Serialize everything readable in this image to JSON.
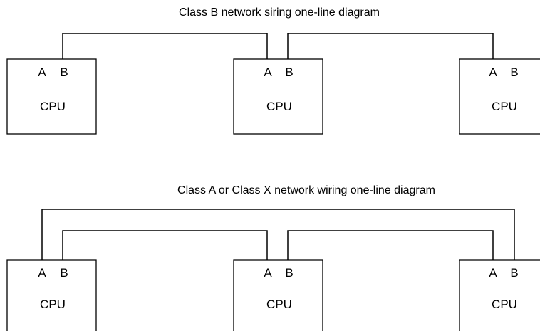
{
  "diagrams": [
    {
      "title": "Class B network siring one-line diagram",
      "nodes": [
        {
          "port_a": "A",
          "port_b": "B",
          "label": "CPU"
        },
        {
          "port_a": "A",
          "port_b": "B",
          "label": "CPU"
        },
        {
          "port_a": "A",
          "port_b": "B",
          "label": "CPU"
        }
      ],
      "connections": [
        {
          "from": "node1.B",
          "to": "node2.A"
        },
        {
          "from": "node2.B",
          "to": "node3.A"
        }
      ]
    },
    {
      "title": "Class A or Class X network wiring one-line diagram",
      "nodes": [
        {
          "port_a": "A",
          "port_b": "B",
          "label": "CPU"
        },
        {
          "port_a": "A",
          "port_b": "B",
          "label": "CPU"
        },
        {
          "port_a": "A",
          "port_b": "B",
          "label": "CPU"
        }
      ],
      "connections": [
        {
          "from": "node1.B",
          "to": "node2.A"
        },
        {
          "from": "node2.B",
          "to": "node3.A"
        },
        {
          "from": "node1.A",
          "to": "node3.B"
        }
      ]
    }
  ]
}
